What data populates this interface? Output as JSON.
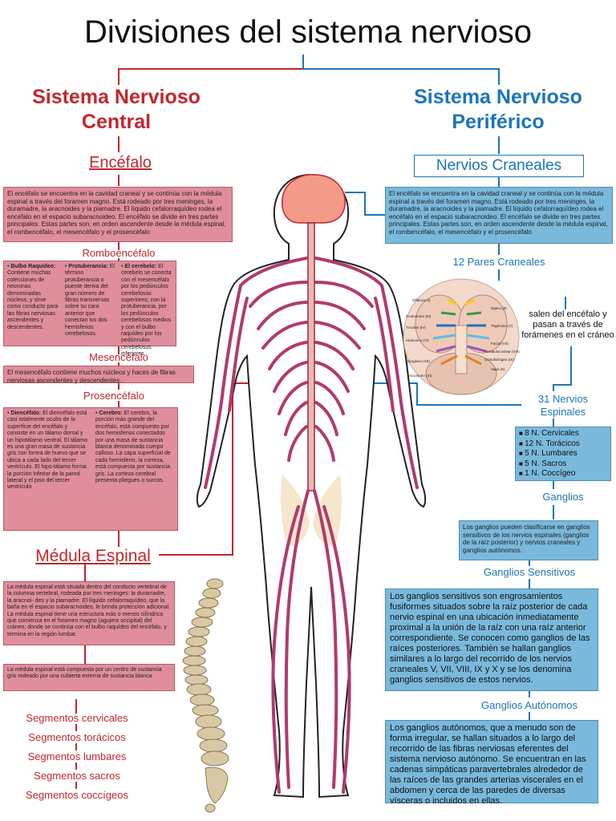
{
  "title": "Divisiones del sistema nervioso",
  "central": {
    "heading_line1": "Sistema Nervioso",
    "heading_line2": "Central",
    "encefalo": {
      "heading": "Encéfalo",
      "text": "El encéfalo se encuentra en la cavidad craneal y se continúa con la médula espinal a través del foramen magno. Está rodeado por tres meninges, la duramadre, la aracnoides y la piamadre. El líquido cefalorraquídeo rodea el encéfalo en el espacio subaracnoideo. El encéfalo se divide en tres partes principales. Estas partes son, en orden ascendente desde la médula espinal, el rombencéfalo, el mesencéfalo y el prosencéfalo"
    },
    "rombencefalo": {
      "heading": "Romboencéfalo",
      "col1_bold": "Bulbo Raquídeo:",
      "col1_text": " Contiene muchas colecciones de neuronas denominadas núcleos, y sirve como conducto para las fibras nerviosas ascendentes y descendentes.",
      "col2_bold": "Protuberancia:",
      "col2_text": " El término protuberancia o puente deriva del gran número de fibras transversas sobre su cara anterior que conectan los dos hemisferios cerebelosos.",
      "col3_bold": "El cerebelo:",
      "col3_text": " El cerebelo se conecta con el mesencéfalo por los pedúnculos cerebelosos superiores; con la protuberancia, por los pedúnculos cerebelosos medios y con el bulbo raquídeo por los pedúnculos cerebelosos inferiores"
    },
    "mesencefalo": {
      "heading": "Mesencéfalo",
      "text": "El mesencéfalo contiene muchos núcleos y haces de fibras nerviosas ascendentes y descendentes."
    },
    "prosencefalo": {
      "heading": "Prosencéfalo",
      "col1_bold": "Diencéfalo:",
      "col1_text": " El diencéfalo está casi totalmente oculto de la superficie del encéfalo y consiste en un tálamo dorsal y un hipotálamo ventral. El tálamo es una gran masa de sustancia gris con forma de huevo que se ubica a cada lado del tercer ventrículo. El hipo-tálamo forma la porción inferior de la pared lateral y el piso del tercer ventrículo",
      "col2_bold": "Cerebro:",
      "col2_text": " El cerebro, la porción más grande del encéfalo, está compuesto por dos hemisferios conectados por una masa de sustancia blanca denominada cuerpo calloso. La capa superficial de cada hemisferio, la corteza, está compuesta por sustancia gris. La corteza cerebral presenta pliegues o surcos."
    },
    "medula": {
      "heading": "Médula Espinal",
      "text1": "La médula espinal está situada dentro del conducto vertebral de la columna vertebral, rodeada por tres meninges: la duramadre, la aracnoi- des y la piamadre. El líquido cefalorraquídeo, que la baña en el espacio subaracnoideo, le brinda protección adicional. La médula espinal tiene una estructura más o menos cilíndrica que comienza en el foramen magno (agujero occipital) del cráneo, donde se continúa con el bulbo raquídeo del encéfalo, y termina en la región lumbar.",
      "text2": "La médula espinal está compuesta por un centro de sustancia gris rodeado por una cubierta externa de sustancia blanca"
    },
    "segmentos": [
      "Segmentos cervicales",
      "Segmentos torácicos",
      "Segmentos lumbares",
      "Segmentos sacros",
      "Segmentos coccígeos"
    ]
  },
  "periferico": {
    "heading_line1": "Sistema Nervioso",
    "heading_line2": "Periférico",
    "craneales": {
      "heading": "Nervios Craneales",
      "text": "El encéfalo se encuentra en la cavidad craneal y se continúa con la médula espinal a través del foramen magno. Está rodeado por tres meninges, la duramadre, la aracnoides y la piamadre. El líquido cefalorraquídeo rodea el encéfalo en el espacio subaracnoideo. El encéfalo se divide en tres partes principales. Estas partes son, en orden ascendente desde la médula espinal, el rombencéfalo, el mesencéfalo y el prosencéfalo",
      "pares": "12 Pares Craneales",
      "salen": "salen del encéfalo y pasan a través de forámenes en el cráneo",
      "nerve_labels": [
        "Olfatorio (I)",
        "Óptico (II)",
        "Oculomotor (III)",
        "Troclear (IV)",
        "Trigémino (V)",
        "Abducens (VI)",
        "Facial (VII)",
        "Vestibulococlear (VIII)",
        "Glosofaríngeo (IX)",
        "Hipogloso (XII)",
        "Vago (X)",
        "Accesorio (XI)"
      ]
    },
    "espinales": {
      "heading_line1": "31 Nervios",
      "heading_line2": "Espinales",
      "list": [
        "8   N. Cervicales",
        "12 N. Torácicos",
        "5   N. Lumbares",
        "5   N. Sacros",
        "1   N. Coccígeo"
      ]
    },
    "ganglios": {
      "heading": "Ganglios",
      "text": "Los ganglios pueden clasificarse en ganglios sensitivos de los nervios espinales (ganglios de la raíz posterior) y nervios craneales y ganglios autónomos.",
      "sensitivos_heading": "Ganglios Sensitivos",
      "sensitivos_text": "Los ganglios sensitivos son engrosamientos fusiformes situados sobre la raíz posterior de cada nervio espinal en una ubicación inmediatamente proximal a la unión de la raíz con una raíz anterior correspondiente. Se conocen como ganglios de las raíces posteriores. También se hallan ganglios similares a lo largo del recorrido de los nervios craneales V, VII, VIII, IX y X y se los denomina ganglios sensitivos de estos nervios.",
      "autonomos_heading": "Ganglios Autónomos",
      "autonomos_text": "Los ganglios autónomos, que a menudo son de forma irregular, se hallan situados a lo largo del recorrido de las fibras nerviosas eferentes del sistema nervioso autónomo. Se encuentran en las cadenas simpáticas paravertebrales alrededor de las raíces de las grandes arterias viscerales en el abdomen y cerca de las paredes de diversas vísceras o incluidos en ellas."
    }
  },
  "colors": {
    "central_red": "#c1272d",
    "peripheral_blue": "#1b75bb",
    "pink_box": "#e08e9b",
    "blue_box": "#7ab9dc",
    "nerve_color": "#b03a6e"
  }
}
